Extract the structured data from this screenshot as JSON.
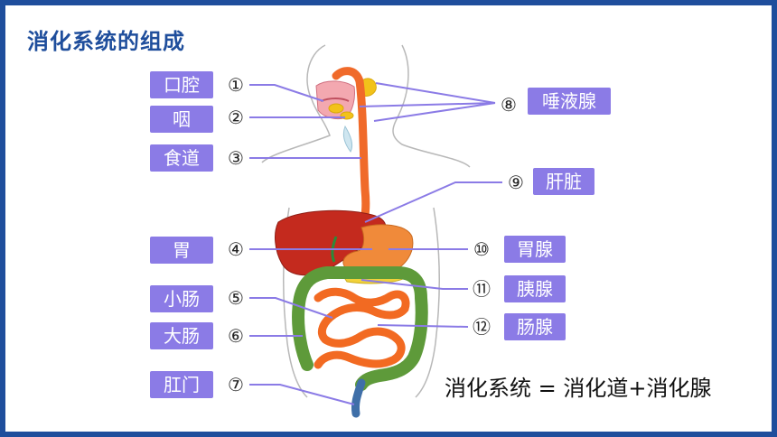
{
  "title": "消化系统的组成",
  "left_labels": [
    {
      "num": "①",
      "text": "口腔"
    },
    {
      "num": "②",
      "text": "咽"
    },
    {
      "num": "③",
      "text": "食道"
    },
    {
      "num": "④",
      "text": "胃"
    },
    {
      "num": "⑤",
      "text": "小肠"
    },
    {
      "num": "⑥",
      "text": "大肠"
    },
    {
      "num": "⑦",
      "text": "肛门"
    }
  ],
  "right_labels": [
    {
      "num": "⑧",
      "text": "唾液腺"
    },
    {
      "num": "⑨",
      "text": "肝脏"
    },
    {
      "num": "⑩",
      "text": "胃腺"
    },
    {
      "num": "⑪",
      "text": "胰腺"
    },
    {
      "num": "⑫",
      "text": "肠腺"
    }
  ],
  "formula": "消化系统 = 消化道+消化腺",
  "colors": {
    "frame": "#1f4e9c",
    "title": "#1f4e9c",
    "label_bg": "#8b7be6",
    "leader_line": "#8b7be6",
    "esophagus": "#f06a2a",
    "liver": "#c42a1e",
    "stomach": "#f08a3a",
    "small_intestine": "#f26a22",
    "large_intestine": "#5e9a3a",
    "salivary_gland": "#f2c21a"
  }
}
